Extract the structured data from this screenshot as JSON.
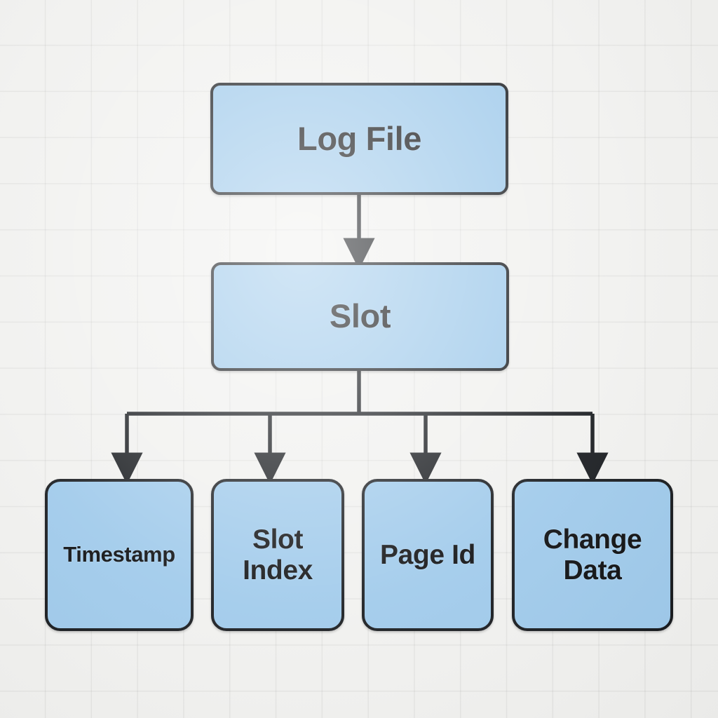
{
  "diagram": {
    "type": "flowchart",
    "orientation": "top-down",
    "background": "#f0f0ee",
    "grid": true,
    "node_fill": "#9cc8ea",
    "node_stroke": "#111418",
    "edge_color": "#111418",
    "nodes": [
      {
        "id": "log-file",
        "label": "Log File",
        "level": 0
      },
      {
        "id": "slot",
        "label": "Slot",
        "level": 1
      },
      {
        "id": "timestamp",
        "label": "Timestamp",
        "level": 2
      },
      {
        "id": "slot-index",
        "label": "Slot\nIndex",
        "level": 2
      },
      {
        "id": "page-id",
        "label": "Page Id",
        "level": 2
      },
      {
        "id": "change-data",
        "label": "Change\nData",
        "level": 2
      }
    ],
    "edges": [
      {
        "from": "log-file",
        "to": "slot",
        "arrow": true
      },
      {
        "from": "slot",
        "to": "timestamp",
        "arrow": true
      },
      {
        "from": "slot",
        "to": "slot-index",
        "arrow": true
      },
      {
        "from": "slot",
        "to": "page-id",
        "arrow": true
      },
      {
        "from": "slot",
        "to": "change-data",
        "arrow": true
      }
    ]
  }
}
